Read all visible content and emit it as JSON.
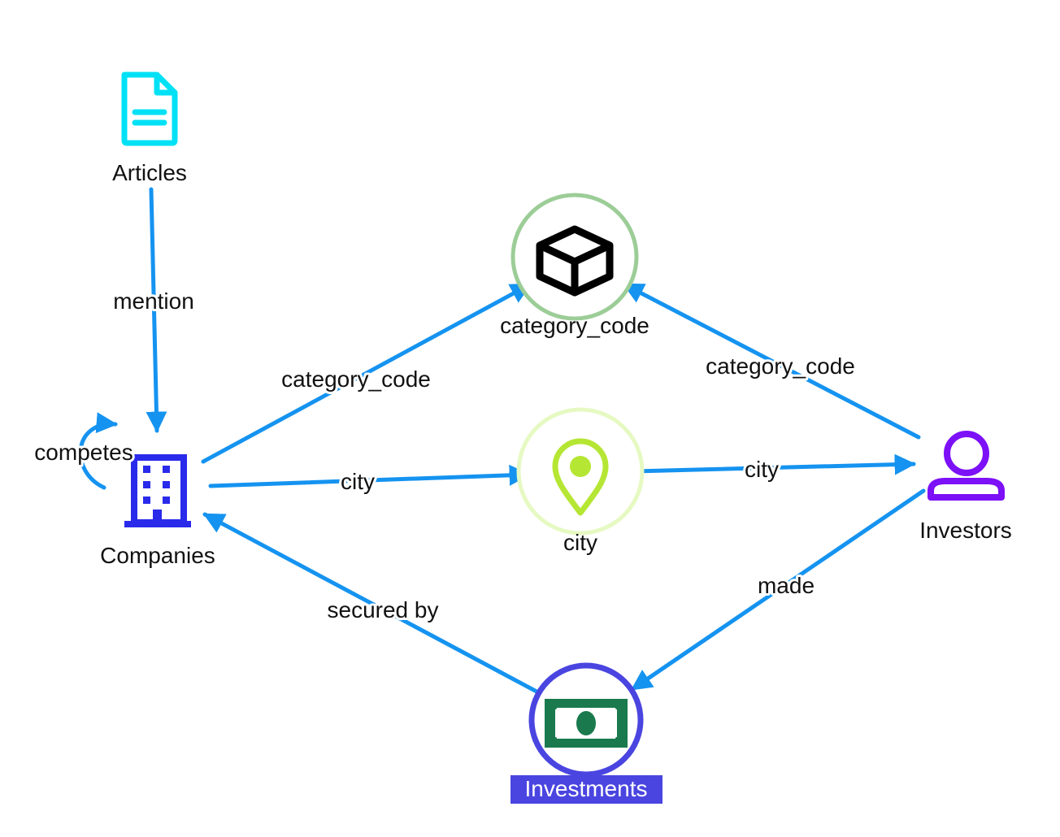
{
  "nodes": {
    "articles": {
      "label": "Articles",
      "icon": "document-icon",
      "color": "#00e1f5"
    },
    "companies": {
      "label": "Companies",
      "icon": "building-icon",
      "color": "#2a2aeb"
    },
    "category_code": {
      "label": "category_code",
      "icon": "cube-icon",
      "color": "#000000",
      "ring": "#9ccd97"
    },
    "city": {
      "label": "city",
      "icon": "map-pin-icon",
      "color": "#b6e634",
      "ring": "#e6f9c2"
    },
    "investors": {
      "label": "Investors",
      "icon": "user-icon",
      "color": "#7c10f7"
    },
    "investments": {
      "label": "Investments",
      "icon": "banknote-icon",
      "color": "#1a7a4e",
      "ring": "#4a45e0",
      "selected": true
    }
  },
  "edges": {
    "mention": {
      "label": "mention"
    },
    "competes": {
      "label": "competes"
    },
    "companies_category_code": {
      "label": "category_code"
    },
    "companies_city": {
      "label": "city"
    },
    "investors_category_code": {
      "label": "category_code"
    },
    "investors_city": {
      "label": "city"
    },
    "made": {
      "label": "made"
    },
    "secured_by": {
      "label": "secured by"
    }
  },
  "colors": {
    "edge": "#1593f0",
    "selection": "#4a45e0"
  }
}
